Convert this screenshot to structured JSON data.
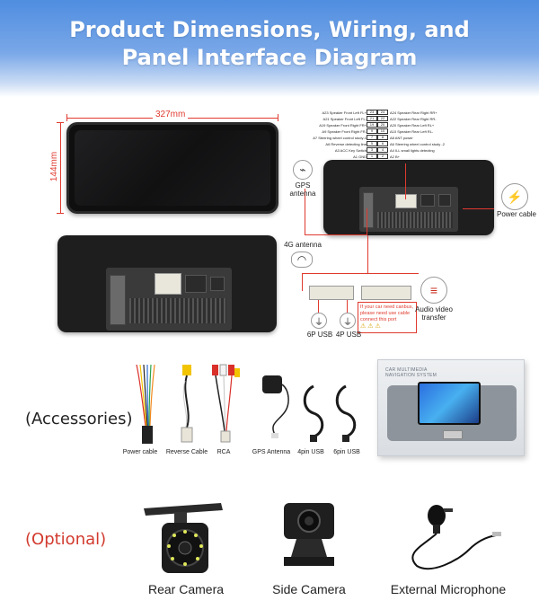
{
  "header": {
    "title_line1": "Product Dimensions, Wiring, and",
    "title_line2": "Panel Interface Diagram"
  },
  "dimensions": {
    "width": "327mm",
    "height": "144mm"
  },
  "pins": [
    {
      "left": "A23 Speaker Front Left FL+",
      "p1": "23",
      "p2": "24",
      "right": "A24 Speaker Rear Right RR+"
    },
    {
      "left": "A21 Speaker Front Left FL-",
      "p1": "21",
      "p2": "22",
      "right": "A22 Speaker Rear Right RR-"
    },
    {
      "left": "A19 Speaker Front Right FR+",
      "p1": "19",
      "p2": "20",
      "right": "A20 Speaker Rear Left RL+"
    },
    {
      "left": "A9 Speaker Front Right FR-",
      "p1": "9",
      "p2": "10",
      "right": "A10 Speaker Rear Left RL-"
    },
    {
      "left": "A7 Steering wheel control study-1",
      "p1": "7",
      "p2": "8",
      "right": "A8 ANT power"
    },
    {
      "left": "A6 Reverse detecting line",
      "p1": "5",
      "p2": "6",
      "right": "A6 Steering wheel control study -2"
    },
    {
      "left": "A3 ACC Key Switch",
      "p1": "3",
      "p2": "4",
      "right": "A4 ILL small lights detecting"
    },
    {
      "left": "A1 GND",
      "p1": "1",
      "p2": "2",
      "right": "A2 B+"
    }
  ],
  "labels": {
    "gps_antenna": "GPS antenna",
    "power_cable": "Power cable",
    "antenna_4g": "4G antenna",
    "canbus_note": [
      "If your car need canbus,",
      "please need use cable",
      "connect this port"
    ],
    "audio_video": "Audio video transfer",
    "usb_6p": "6P USB",
    "usb_4p": "4P USB"
  },
  "accessories": {
    "title": "(Accessories)",
    "items": [
      "Power cable",
      "Reverse Cable",
      "RCA",
      "GPS Antenna",
      "4pin USB",
      "6pin USB"
    ],
    "box_text": [
      "CAR MULTIMEDIA",
      "NAVIGATION SYSTEM"
    ]
  },
  "optional": {
    "title": "(Optional)",
    "items": [
      "Rear Camera",
      "Side Camera",
      "External Microphone"
    ]
  },
  "colors": {
    "accent_red": "#e03a2e",
    "banner_blue": "#4f8de0",
    "optional_red": "#d23a2e"
  }
}
